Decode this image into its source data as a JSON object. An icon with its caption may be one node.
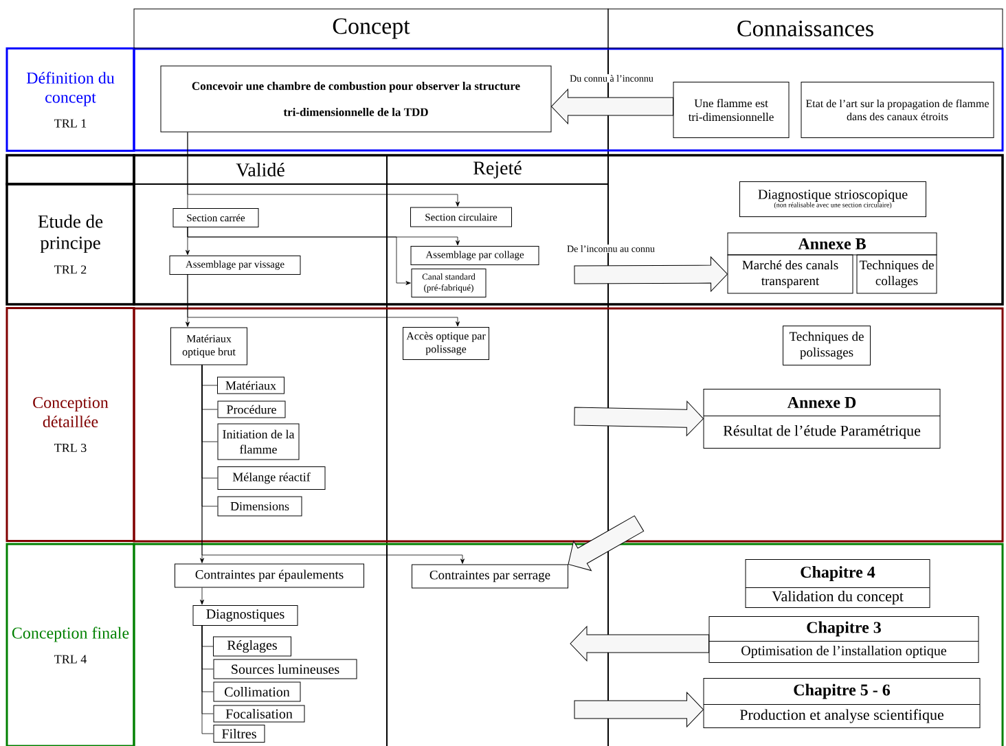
{
  "diagram": {
    "nodes": [
      {
        "text": [
          "Définition du concept",
          "TRL 1"
        ]
      },
      {
        "text": [
          "Concevoir une chambre de combustion pour observer la structure tri-dimensionnelle de la TDD"
        ]
      },
      {
        "text": [
          "Une flamme est tri-dimensionnelle"
        ]
      },
      {
        "text": [
          "Etat de l’art sur la propagation de flamme dans des canaux étroits"
        ]
      },
      {
        "text": [
          "Etude de principe",
          "TRL 2"
        ]
      },
      {
        "text": [
          "Section carrée"
        ]
      },
      {
        "text": [
          "Section circulaire"
        ]
      },
      {
        "text": [
          "Assemblage par vissage"
        ]
      },
      {
        "text": [
          "Assemblage par collage"
        ]
      },
      {
        "text": [
          "Canal standard (pré-fabriqué)"
        ]
      },
      {
        "text": [
          "Diagnostique strioscopique",
          "(non réalisable avec une section circulaire)"
        ]
      },
      {
        "text": [
          "Annexe B"
        ]
      },
      {
        "text": [
          "Marché des canals transparent"
        ]
      },
      {
        "text": [
          "Techniques de collages"
        ]
      },
      {
        "text": [
          "Conception détaillée",
          "TRL 3"
        ]
      },
      {
        "text": [
          "Matériaux optique brut"
        ]
      },
      {
        "text": [
          "Accès optique par polissage"
        ]
      },
      {
        "text": [
          "Matériaux"
        ]
      },
      {
        "text": [
          "Procédure"
        ]
      },
      {
        "text": [
          "Initiation de la flamme"
        ]
      },
      {
        "text": [
          "Mélange réactif"
        ]
      },
      {
        "text": [
          "Dimensions"
        ]
      },
      {
        "text": [
          "Techniques de polissages"
        ]
      },
      {
        "text": [
          "Annexe D",
          "Résultat de l’étude Paramétrique"
        ]
      },
      {
        "text": [
          "Conception finale",
          "TRL 4"
        ]
      },
      {
        "text": [
          "Contraintes par épaulements"
        ]
      },
      {
        "text": [
          "Contraintes par serrage"
        ]
      },
      {
        "text": [
          "Diagnostiques"
        ]
      },
      {
        "text": [
          "Réglages"
        ]
      },
      {
        "text": [
          "Sources lumineuses"
        ]
      },
      {
        "text": [
          "Collimation"
        ]
      },
      {
        "text": [
          "Focalisation"
        ]
      },
      {
        "text": [
          "Filtres"
        ]
      },
      {
        "text": [
          "Chapitre 4",
          "Validation du concept"
        ]
      },
      {
        "text": [
          "Chapitre 3",
          "Optimisation de l’installation optique"
        ]
      },
      {
        "text": [
          "Chapitre 5 - 6",
          "Production et analyse scientifique"
        ]
      }
    ],
    "edges": [
      {
        "from": 1,
        "to": 5,
        "arrow": "none"
      },
      {
        "from": 1,
        "to": 6,
        "arrow": "to"
      },
      {
        "from": 5,
        "to": 7,
        "arrow": "to"
      },
      {
        "from": 5,
        "to": 8,
        "arrow": "to"
      },
      {
        "from": 5,
        "to": 9,
        "arrow": "to"
      },
      {
        "from": 7,
        "to": 15,
        "arrow": "to"
      },
      {
        "from": 7,
        "to": 16,
        "arrow": "to"
      },
      {
        "from": 15,
        "to": 17,
        "arrow": "none"
      },
      {
        "from": 15,
        "to": 18,
        "arrow": "none"
      },
      {
        "from": 15,
        "to": 19,
        "arrow": "none"
      },
      {
        "from": 15,
        "to": 20,
        "arrow": "none"
      },
      {
        "from": 15,
        "to": 21,
        "arrow": "none"
      },
      {
        "from": 15,
        "to": 25,
        "arrow": "to"
      },
      {
        "from": 15,
        "to": 26,
        "arrow": "to"
      },
      {
        "from": 25,
        "to": 27,
        "arrow": "to"
      },
      {
        "from": 27,
        "to": 28,
        "arrow": "none"
      },
      {
        "from": 27,
        "to": 29,
        "arrow": "none"
      },
      {
        "from": 27,
        "to": 30,
        "arrow": "none"
      },
      {
        "from": 27,
        "to": 31,
        "arrow": "none"
      },
      {
        "from": 27,
        "to": 32,
        "arrow": "none"
      },
      {
        "from": 2,
        "to": 1,
        "arrow": "to",
        "style": "thick",
        "label": "Du connu à l’inconnu"
      },
      {
        "from": null,
        "to": 12,
        "arrow": "to",
        "style": "thick",
        "label": "De l’inconnu au connu"
      },
      {
        "from": null,
        "to": 23,
        "arrow": "to",
        "style": "thick"
      },
      {
        "from": null,
        "to": 26,
        "arrow": "to",
        "style": "thick"
      },
      {
        "from": 34,
        "to": null,
        "arrow": "to",
        "style": "thick"
      },
      {
        "from": null,
        "to": 35,
        "arrow": "to",
        "style": "thick"
      }
    ],
    "labels": [
      "Concept",
      "Connaissances",
      "Validé",
      "Rejeté"
    ]
  }
}
